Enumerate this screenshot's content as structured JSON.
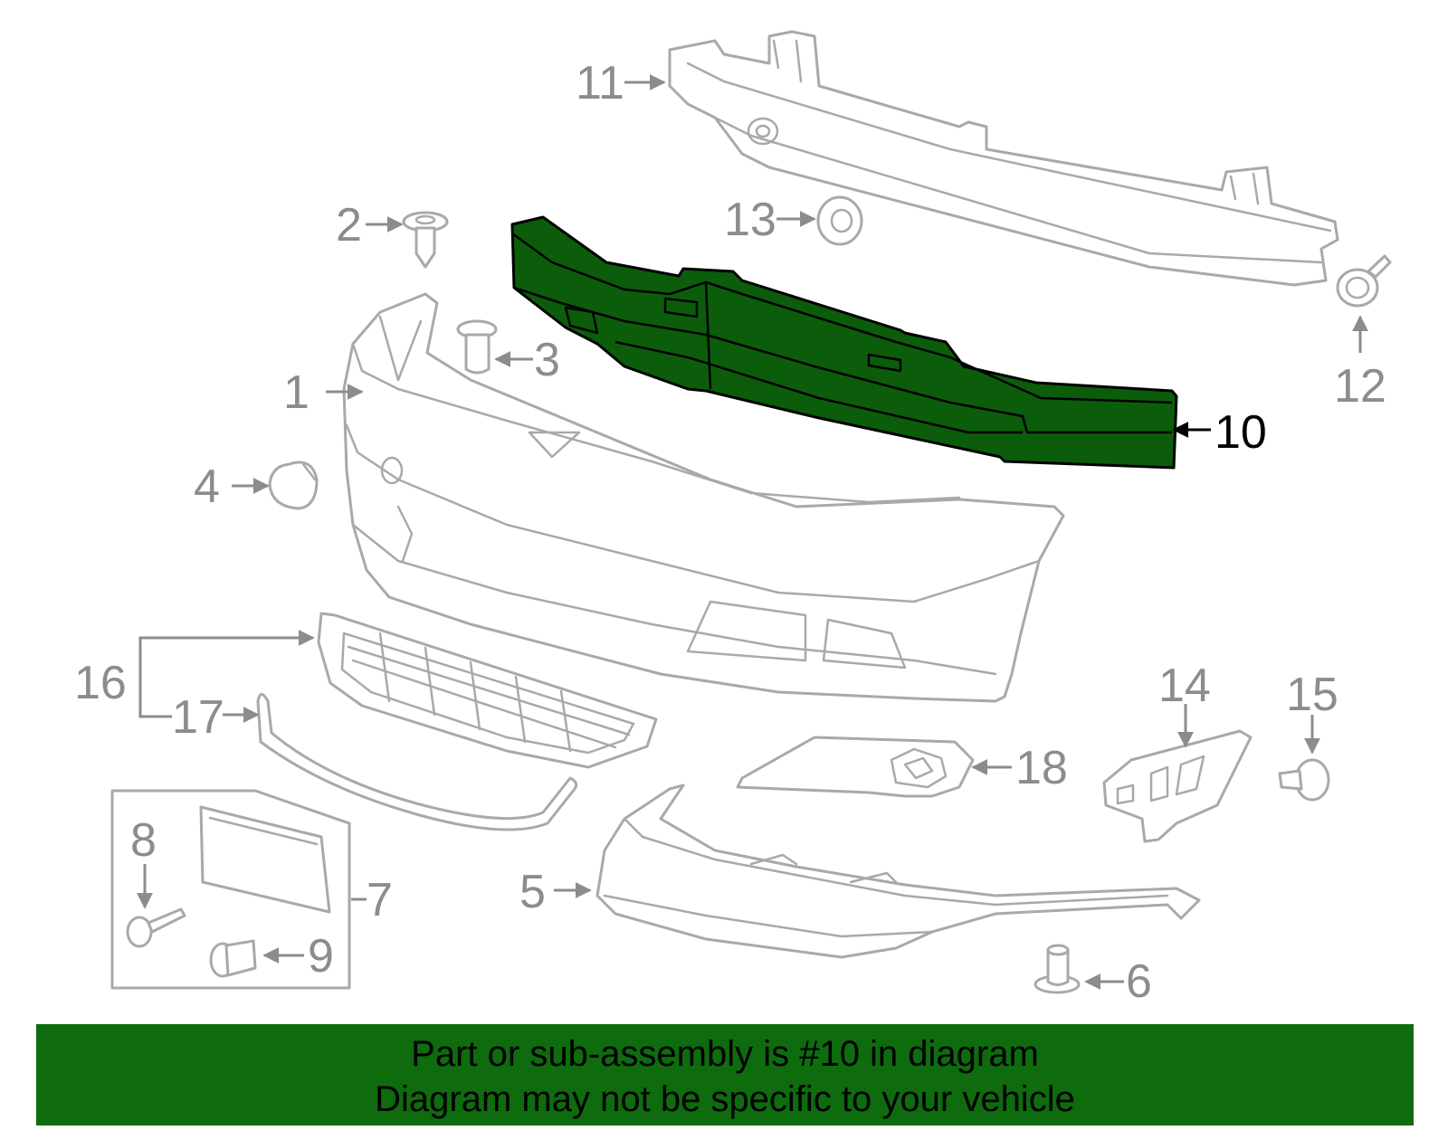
{
  "diagram": {
    "highlighted_part": "10",
    "highlight_color": "#0e6b0e",
    "labels": {
      "p1": "1",
      "p2": "2",
      "p3": "3",
      "p4": "4",
      "p5": "5",
      "p6": "6",
      "p7": "7",
      "p8": "8",
      "p9": "9",
      "p10": "10",
      "p11": "11",
      "p12": "12",
      "p13": "13",
      "p14": "14",
      "p15": "15",
      "p16": "16",
      "p17": "17",
      "p18": "18"
    }
  },
  "caption": {
    "line1": "Part or sub-assembly is #10 in diagram",
    "line2": "Diagram may not be specific to your vehicle"
  }
}
